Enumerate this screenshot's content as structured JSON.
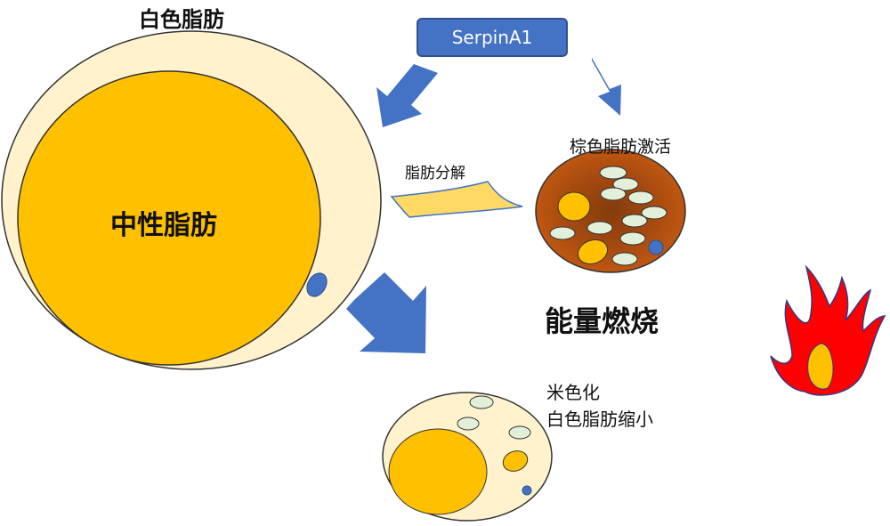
{
  "labels": {
    "white_fat": "白色脂肪",
    "neutral_fat": "中性脂肪",
    "serpin": "SerpinA1",
    "lipolysis": "脂肪分解",
    "brown_fat_activation": "棕色脂肪激活",
    "energy_burn": "能量燃烧",
    "beiging": "米色化",
    "white_fat_shrink": "白色脂肪缩小"
  },
  "colors": {
    "cell_cream": "#fff2cc",
    "lipid_orange": "#ffc000",
    "nucleus_blue": "#4472c4",
    "arrow_blue": "#4472c4",
    "brown_outer": "#843c0c",
    "brown_inner": "#c55a11",
    "mito_green": "#e2f0d9",
    "flame_red": "#ff0000",
    "flame_yellow": "#ffc000"
  },
  "icons": [
    "flame-icon"
  ]
}
